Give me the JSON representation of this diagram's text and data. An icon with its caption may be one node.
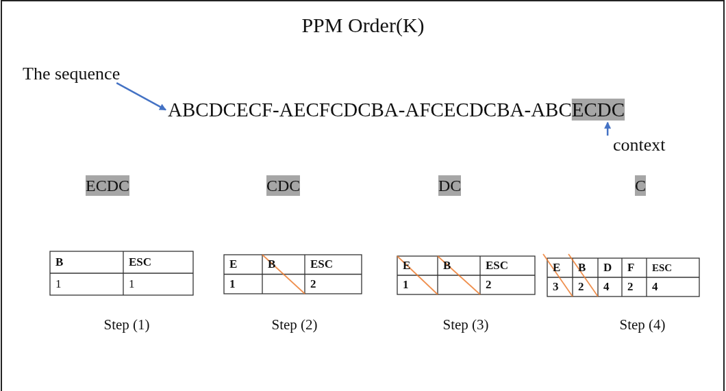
{
  "diagram": {
    "title": "PPM Order(K)",
    "nodes": [
      {
        "text": [
          "The sequence"
        ]
      },
      {
        "text": [
          "ABCDCECF-AECFCDCBA-AFCECDCBA-ABCECDC"
        ]
      },
      {
        "text": [
          "context"
        ]
      }
    ],
    "edges": [
      {
        "from": 0,
        "to": 1,
        "arrow": "to"
      },
      {
        "from": 2,
        "to": 1,
        "arrow": "to"
      }
    ],
    "labels": [
      "ECDC",
      "CDC",
      "DC",
      "C",
      "B",
      "ESC",
      "1",
      "1",
      "E",
      "B",
      "ESC",
      "1",
      "2",
      "E",
      "B",
      "ESC",
      "1",
      "2",
      "E",
      "B",
      "D",
      "F",
      "ESC",
      "3",
      "2",
      "4",
      "2",
      "4",
      "Step (1)",
      "Step (2)",
      "Step (3)",
      "Step (4)"
    ]
  }
}
